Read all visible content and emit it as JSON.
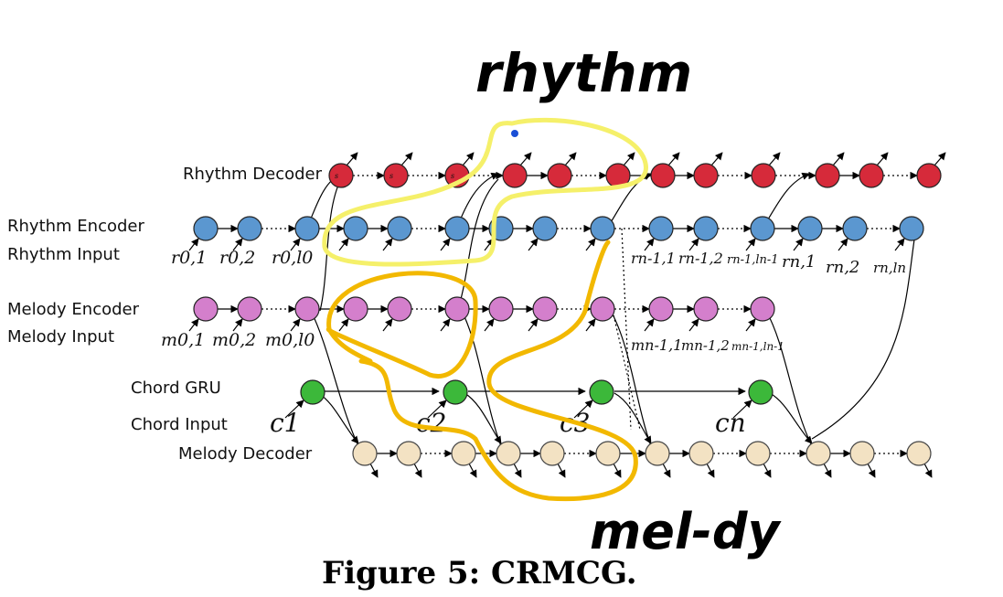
{
  "labels": {
    "rhythm_decoder": "Rhythm Decoder",
    "rhythm_encoder": "Rhythm Encoder",
    "rhythm_input": "Rhythm Input",
    "melody_encoder": "Melody Encoder",
    "melody_input": "Melody Input",
    "chord_gru": "Chord GRU",
    "chord_input": "Chord Input",
    "melody_decoder": "Melody Decoder"
  },
  "node_labels": {
    "s11": "s",
    "s12": "s",
    "s1l": "s",
    "r01": "r0,1",
    "r02": "r0,2",
    "r0l": "r0,l0",
    "rn11": "rn-1,1",
    "rn12": "rn-1,2",
    "rn1l": "rn-1,ln-1",
    "rn1": "rn,1",
    "rn2": "rn,2",
    "rnl": "rn,ln",
    "m01": "m0,1",
    "m02": "m0,2",
    "m0l": "m0,l0",
    "mn11": "mn-1,1",
    "mn12": "mn-1,2",
    "mn1l": "mn-1,ln-1",
    "c1": "c1",
    "c2": "c2",
    "c3": "c3",
    "cn": "cn"
  },
  "annotations": {
    "rhythm": "rhythm",
    "melody": "mel-dy"
  },
  "caption": "Figure 5: CRMCG.",
  "colors": {
    "rhythm_decoder": "#d62a3a",
    "rhythm_encoder": "#5b97d0",
    "melody_encoder": "#d47fcc",
    "chord": "#3cb83a",
    "melody_decoder": "#f3e2c3",
    "highlight_yellow": "#f5f06a",
    "highlight_orange": "#f2b800",
    "pen_dot": "#1a4fd6"
  }
}
